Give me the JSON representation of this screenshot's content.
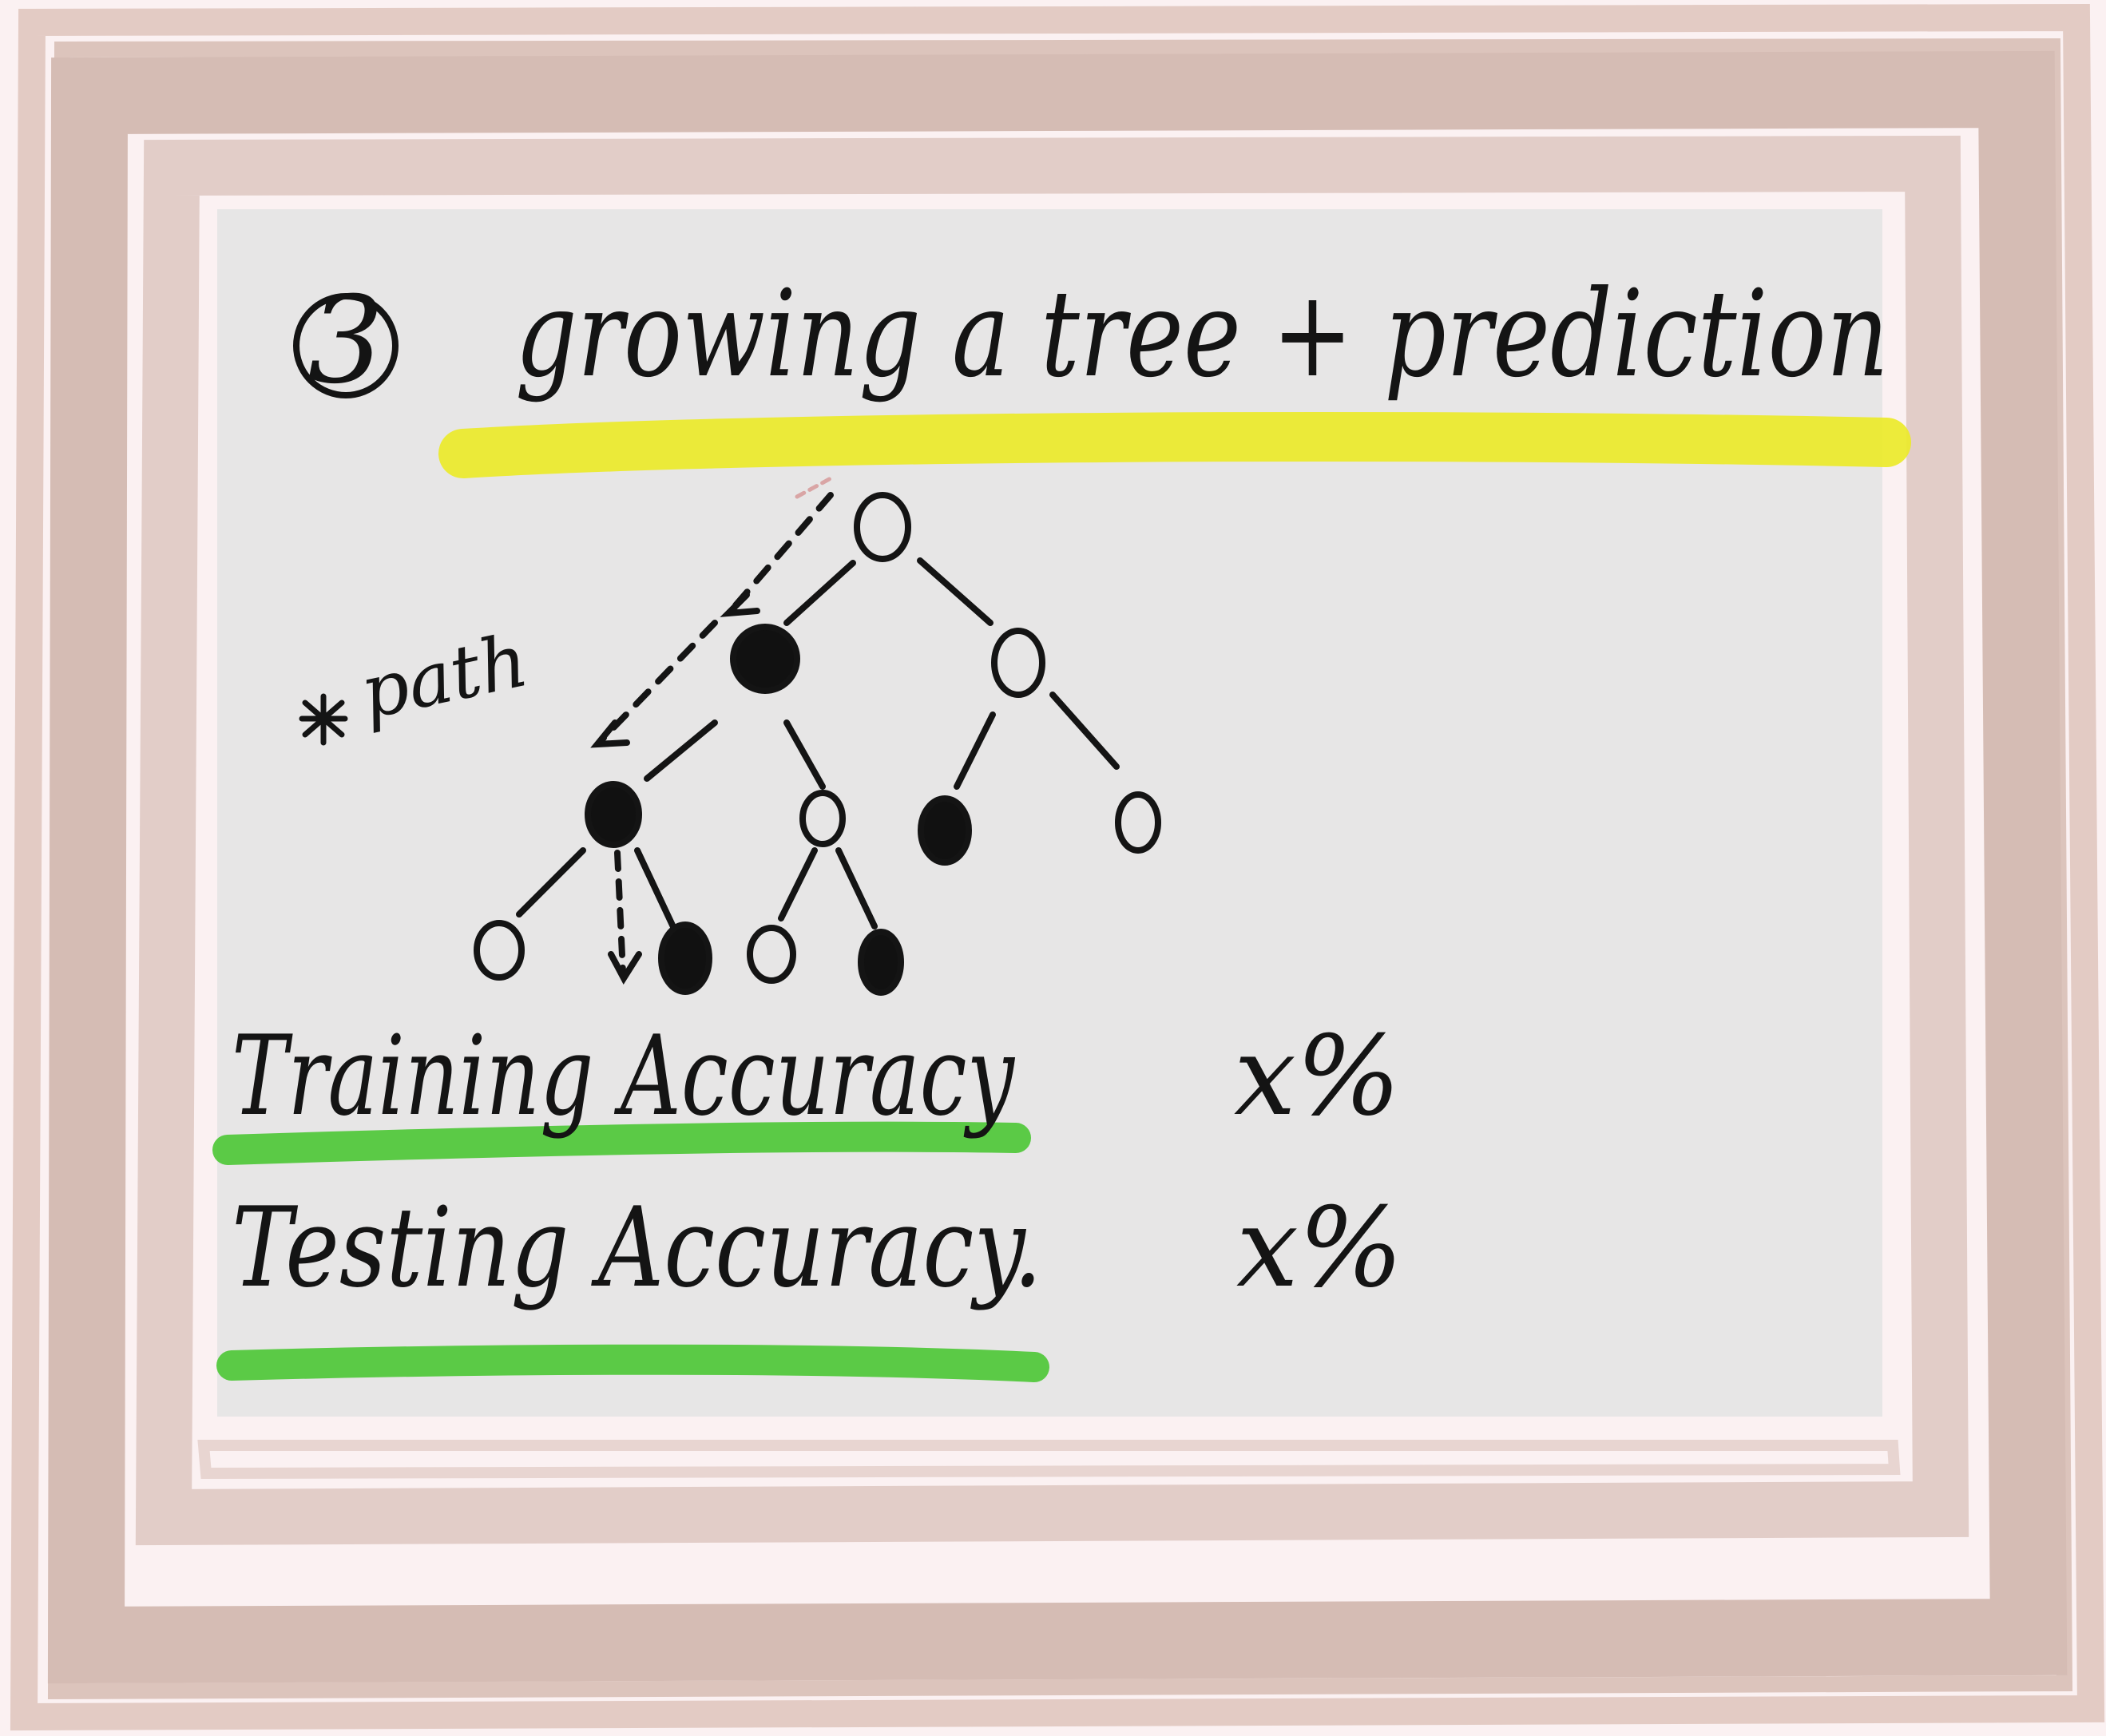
{
  "frame": {
    "outer_color": "#d8c3bd",
    "inner_color": "#e6cfca",
    "board_color": "#e7e6e6"
  },
  "header": {
    "step_number": "3",
    "title": "growing a tree + prediction",
    "highlight_color": "#ecea2a"
  },
  "tree": {
    "path_label": "path",
    "path_marker_icon": "asterisk-icon",
    "filled_color": "#111111",
    "hollow_color": "#e7e6e6"
  },
  "metrics": [
    {
      "label": "Training Accuracy",
      "value": "x%",
      "underline_color": "#4bc734"
    },
    {
      "label": "Testing Accuracy.",
      "value": "x%",
      "underline_color": "#4bc734"
    }
  ]
}
